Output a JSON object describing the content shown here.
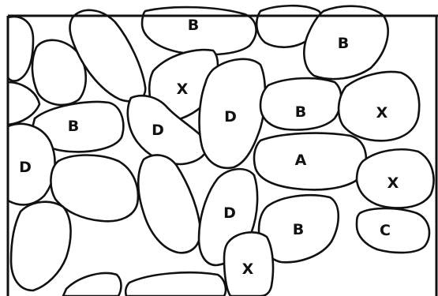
{
  "cells": [
    {
      "id": "tl-top",
      "label": ""
    },
    {
      "id": "tl-mid",
      "label": ""
    },
    {
      "id": "tl-low",
      "label": ""
    },
    {
      "id": "left-round",
      "label": ""
    },
    {
      "id": "long-diag",
      "label": ""
    },
    {
      "id": "top-b",
      "label": "B"
    },
    {
      "id": "top-mid",
      "label": ""
    },
    {
      "id": "top-right-b",
      "label": "B"
    },
    {
      "id": "upper-x",
      "label": "X"
    },
    {
      "id": "left-b",
      "label": "B"
    },
    {
      "id": "left-d",
      "label": "D"
    },
    {
      "id": "mid-d-small",
      "label": "D"
    },
    {
      "id": "center-d-tall",
      "label": "D"
    },
    {
      "id": "mid-b",
      "label": "B"
    },
    {
      "id": "right-x-top",
      "label": "X"
    },
    {
      "id": "center-a",
      "label": "A"
    },
    {
      "id": "right-x-mid",
      "label": "X"
    },
    {
      "id": "left-lower-blank",
      "label": ""
    },
    {
      "id": "mid-blank",
      "label": ""
    },
    {
      "id": "center-d-low",
      "label": "D"
    },
    {
      "id": "lower-b",
      "label": "B"
    },
    {
      "id": "right-c",
      "label": "C"
    },
    {
      "id": "bottom-left-blank",
      "label": ""
    },
    {
      "id": "bottom-x",
      "label": "X"
    },
    {
      "id": "bottom-blank-1",
      "label": ""
    },
    {
      "id": "bottom-blank-2",
      "label": ""
    }
  ]
}
